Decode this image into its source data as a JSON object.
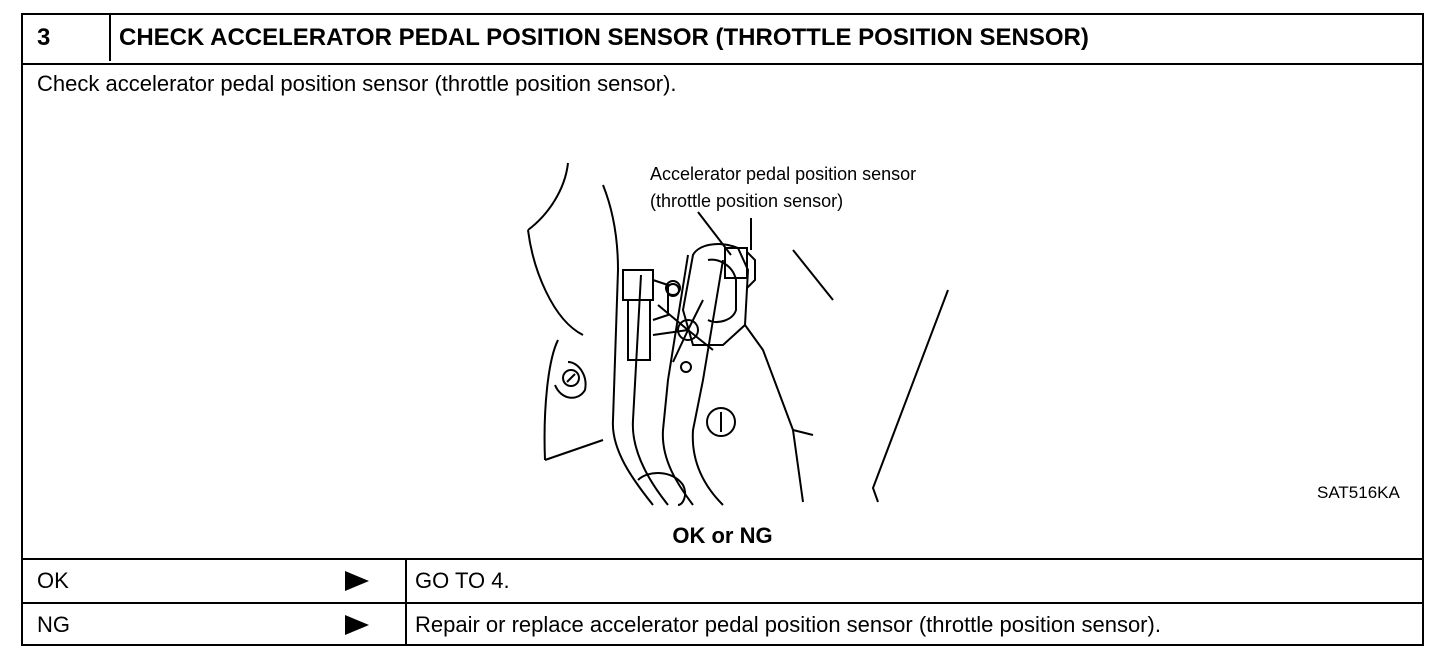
{
  "step": {
    "number": "3",
    "title": "CHECK ACCELERATOR PEDAL POSITION SENSOR (THROTTLE POSITION SENSOR)"
  },
  "instruction": "Check accelerator pedal position sensor (throttle position sensor).",
  "figure": {
    "callout_line1": "Accelerator pedal position sensor",
    "callout_line2": "(throttle position sensor)",
    "code": "SAT516KA"
  },
  "question": "OK or NG",
  "results": [
    {
      "label": "OK",
      "action": "GO TO 4."
    },
    {
      "label": "NG",
      "action": "Repair or replace accelerator pedal position sensor (throttle position sensor)."
    }
  ]
}
